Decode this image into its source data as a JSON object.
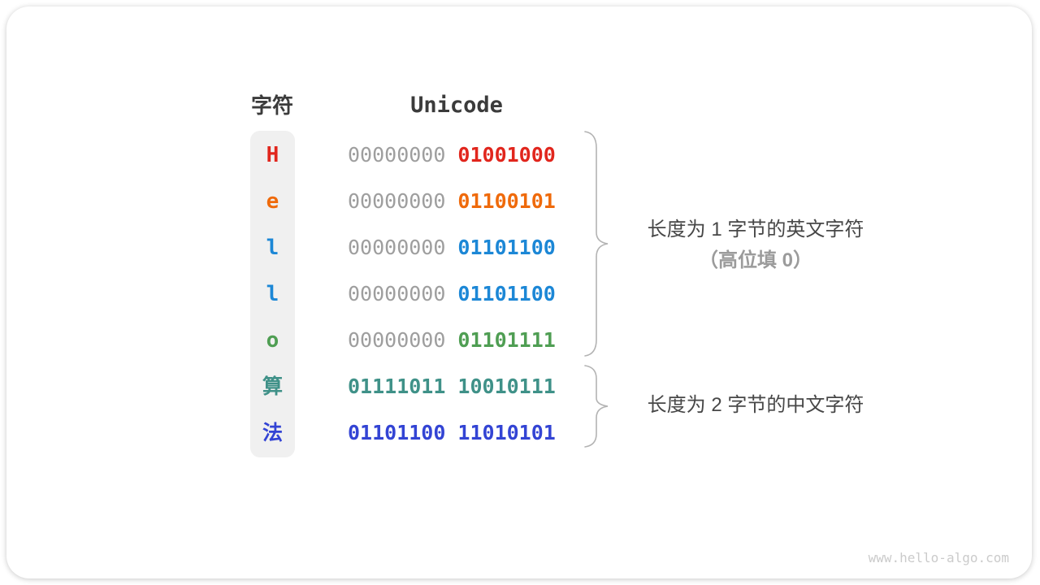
{
  "headers": {
    "char": "字符",
    "unicode": "Unicode"
  },
  "rows": [
    {
      "char": "H",
      "byte1": "00000000",
      "byte2": "01001000",
      "color": "#e1261d",
      "byte1_color": "#9e9e9e"
    },
    {
      "char": "e",
      "byte1": "00000000",
      "byte2": "01100101",
      "color": "#ef6a0b",
      "byte1_color": "#9e9e9e"
    },
    {
      "char": "l",
      "byte1": "00000000",
      "byte2": "01101100",
      "color": "#1c87d6",
      "byte1_color": "#9e9e9e"
    },
    {
      "char": "l",
      "byte1": "00000000",
      "byte2": "01101100",
      "color": "#1c87d6",
      "byte1_color": "#9e9e9e"
    },
    {
      "char": "o",
      "byte1": "00000000",
      "byte2": "01101111",
      "color": "#4f9e53",
      "byte1_color": "#9e9e9e"
    },
    {
      "char": "算",
      "byte1": "01111011",
      "byte2": "10010111",
      "color": "#3f9188",
      "byte1_color": "#3f9188"
    },
    {
      "char": "法",
      "byte1": "01101100",
      "byte2": "11010101",
      "color": "#3344d4",
      "byte1_color": "#3344d4"
    }
  ],
  "annotations": {
    "ascii_group_line1": "长度为 1 字节的英文字符",
    "ascii_group_line2": "（高位填 0）",
    "chinese_group": "长度为 2 字节的中文字符"
  },
  "watermark": "www.hello-algo.com",
  "colors": {
    "zero_gray": "#9e9e9e",
    "heading_dark": "#3b3b3b",
    "annotation_dark": "#474747",
    "annotation_gray": "#9b9b9b",
    "brace_gray": "#b3b3b3",
    "watermark_gray": "#cbcbcb",
    "char_column_bg": "#f0f0f0"
  }
}
